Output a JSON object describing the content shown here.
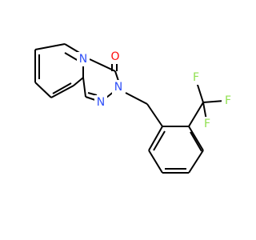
{
  "molecule": {
    "atoms": {
      "oxygen": {
        "label": "O",
        "color": "#ff0d0d"
      },
      "nitrogen_ring_fusion": {
        "label": "N",
        "color": "#3050f8"
      },
      "nitrogen_substituted": {
        "label": "N",
        "color": "#3050f8"
      },
      "nitrogen_imine": {
        "label": "N",
        "color": "#3050f8"
      },
      "fluorine_top": {
        "label": "F",
        "color": "#90e050"
      },
      "fluorine_right": {
        "label": "F",
        "color": "#90e050"
      },
      "fluorine_bottom": {
        "label": "F",
        "color": "#90e050"
      }
    },
    "bond_color": "#000000"
  }
}
